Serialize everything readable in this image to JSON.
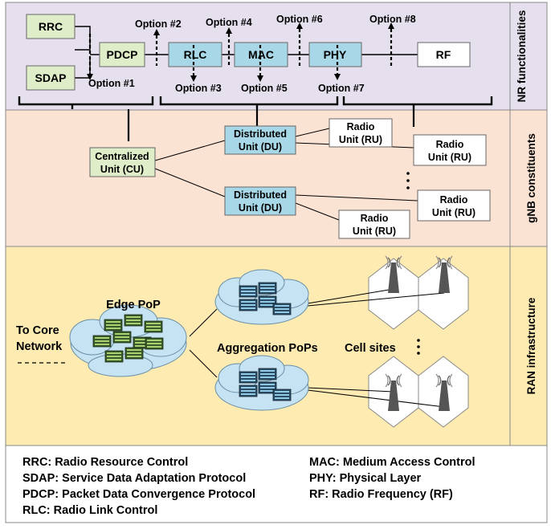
{
  "sections": {
    "nr": "NR functionalities",
    "gnb": "gNB constituents",
    "ran": "RAN infrastructure"
  },
  "nr": {
    "rrc": "RRC",
    "sdap": "SDAP",
    "pdcp": "PDCP",
    "rlc": "RLC",
    "mac": "MAC",
    "phy": "PHY",
    "rf": "RF",
    "options": [
      "Option #1",
      "Option #2",
      "Option #3",
      "Option #4",
      "Option #5",
      "Option #6",
      "Option #7",
      "Option #8"
    ]
  },
  "gnb": {
    "cu_line1": "Centralized",
    "cu_line2": "Unit (CU)",
    "du_line1": "Distributed",
    "du_line2": "Unit (DU)",
    "ru_line1": "Radio",
    "ru_line2": "Unit (RU)"
  },
  "ran": {
    "edge_pop": "Edge PoP",
    "core_line1": "To Core",
    "core_line2": "Network",
    "aggregation": "Aggregation PoPs",
    "cell_sites": "Cell sites"
  },
  "colors": {
    "nr_bg": "#e6e0ee",
    "gnb_bg": "#fbe3d4",
    "ran_bg": "#fdebb2",
    "green_box": "#dfedc8",
    "blue_box": "#a8d8e8",
    "cloud": "#c5e3f3"
  },
  "legend": {
    "left": [
      "RRC: Radio Resource Control",
      "SDAP: Service Data Adaptation Protocol",
      "PDCP: Packet Data Convergence Protocol",
      "RLC: Radio Link Control"
    ],
    "right": [
      "MAC: Medium Access Control",
      "PHY: Physical Layer",
      "RF: Radio Frequency (RF)"
    ]
  }
}
